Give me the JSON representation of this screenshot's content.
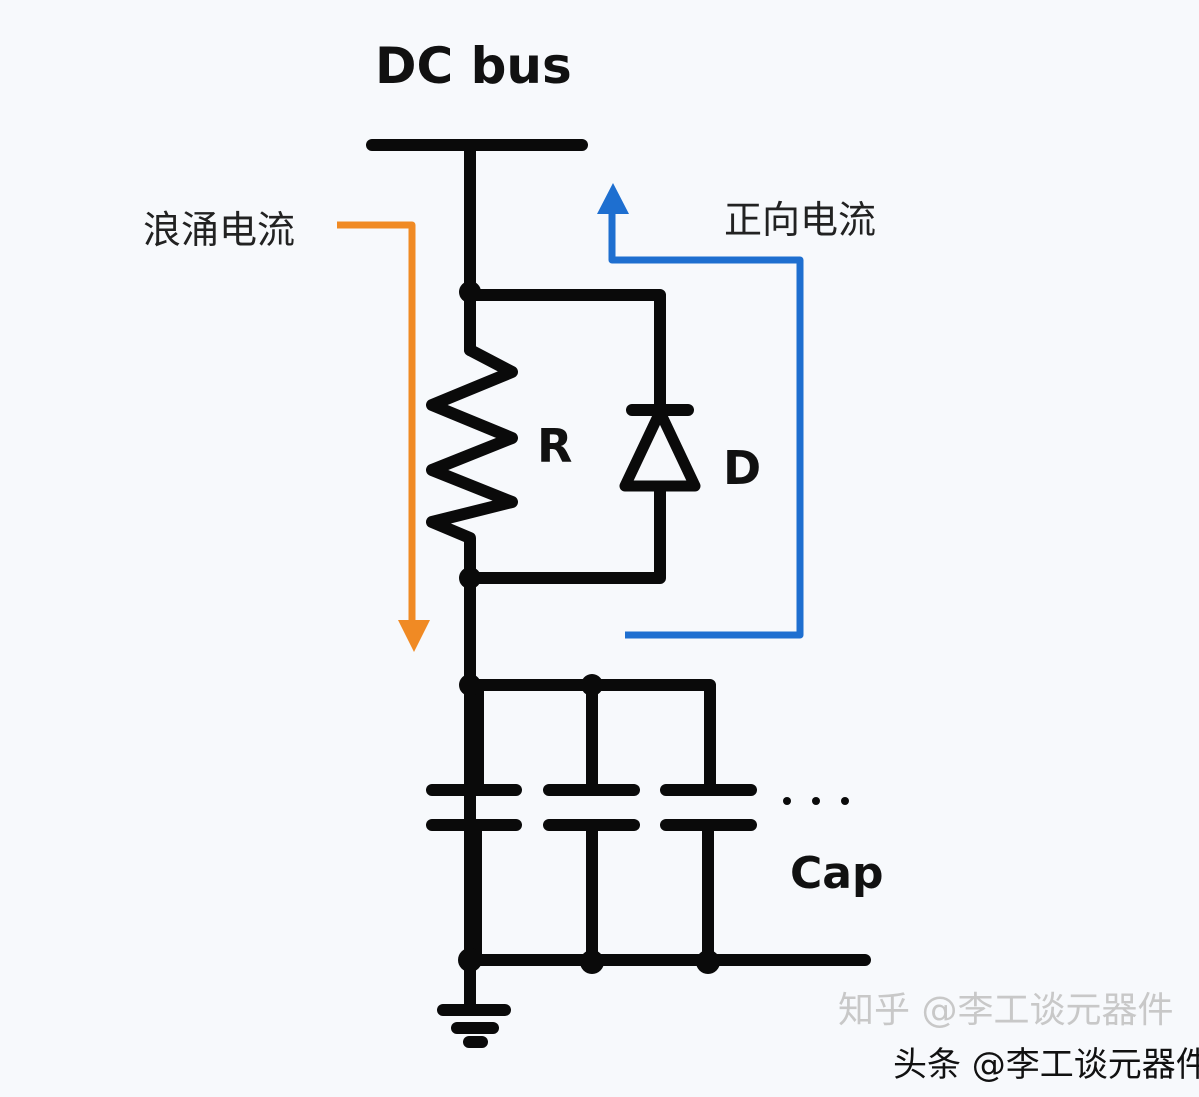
{
  "labels": {
    "dc_bus": "DC bus",
    "surge_current": "浪涌电流",
    "forward_current": "正向电流",
    "resistor": "R",
    "diode": "D",
    "capacitor": "Cap",
    "ellipsis": "· · ·"
  },
  "watermarks": {
    "zhihu": "知乎 @李工谈元器件",
    "toutiao": "头条 @李工谈元器件"
  },
  "colors": {
    "wire": "#0a0a0a",
    "surge_arrow": "#f08a24",
    "forward_arrow": "#1e6fd0",
    "background": "#f7f9fc"
  }
}
